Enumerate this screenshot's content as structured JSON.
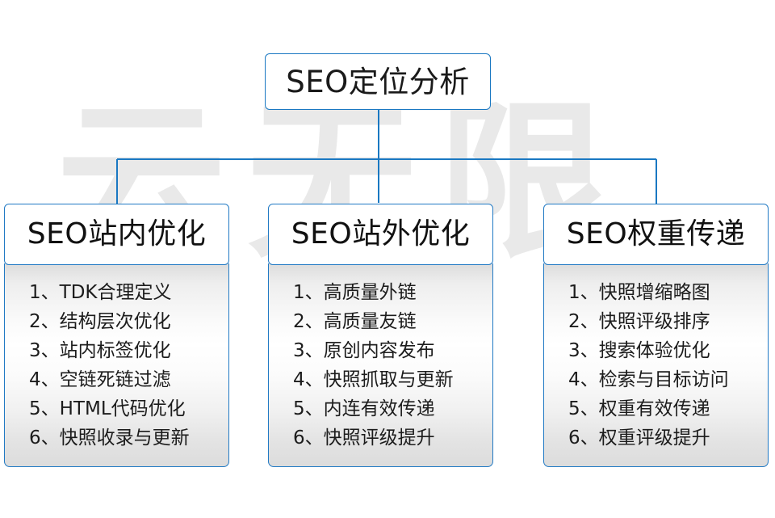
{
  "diagram": {
    "root": {
      "label": "SEO定位分析"
    },
    "watermark": {
      "text": "云无限"
    },
    "accent_color": "#1a78c2",
    "columns": [
      {
        "header": "SEO站内优化",
        "items": [
          {
            "num": "1、",
            "text": "TDK合理定义"
          },
          {
            "num": "2、",
            "text": "结构层次优化"
          },
          {
            "num": "3、",
            "text": "站内标签优化"
          },
          {
            "num": "4、",
            "text": "空链死链过滤"
          },
          {
            "num": "5、",
            "text": "HTML代码优化"
          },
          {
            "num": "6、",
            "text": "快照收录与更新"
          }
        ]
      },
      {
        "header": "SEO站外优化",
        "items": [
          {
            "num": "1、",
            "text": "高质量外链"
          },
          {
            "num": "2、",
            "text": "高质量友链"
          },
          {
            "num": "3、",
            "text": "原创内容发布"
          },
          {
            "num": "4、",
            "text": "快照抓取与更新"
          },
          {
            "num": "5、",
            "text": "内连有效传递"
          },
          {
            "num": "6、",
            "text": "快照评级提升"
          }
        ]
      },
      {
        "header": "SEO权重传递",
        "items": [
          {
            "num": "1、",
            "text": "快照增缩略图"
          },
          {
            "num": "2、",
            "text": "快照评级排序"
          },
          {
            "num": "3、",
            "text": "搜索体验优化"
          },
          {
            "num": "4、",
            "text": "检索与目标访问"
          },
          {
            "num": "5、",
            "text": "权重有效传递"
          },
          {
            "num": "6、",
            "text": "权重评级提升"
          }
        ]
      }
    ]
  }
}
